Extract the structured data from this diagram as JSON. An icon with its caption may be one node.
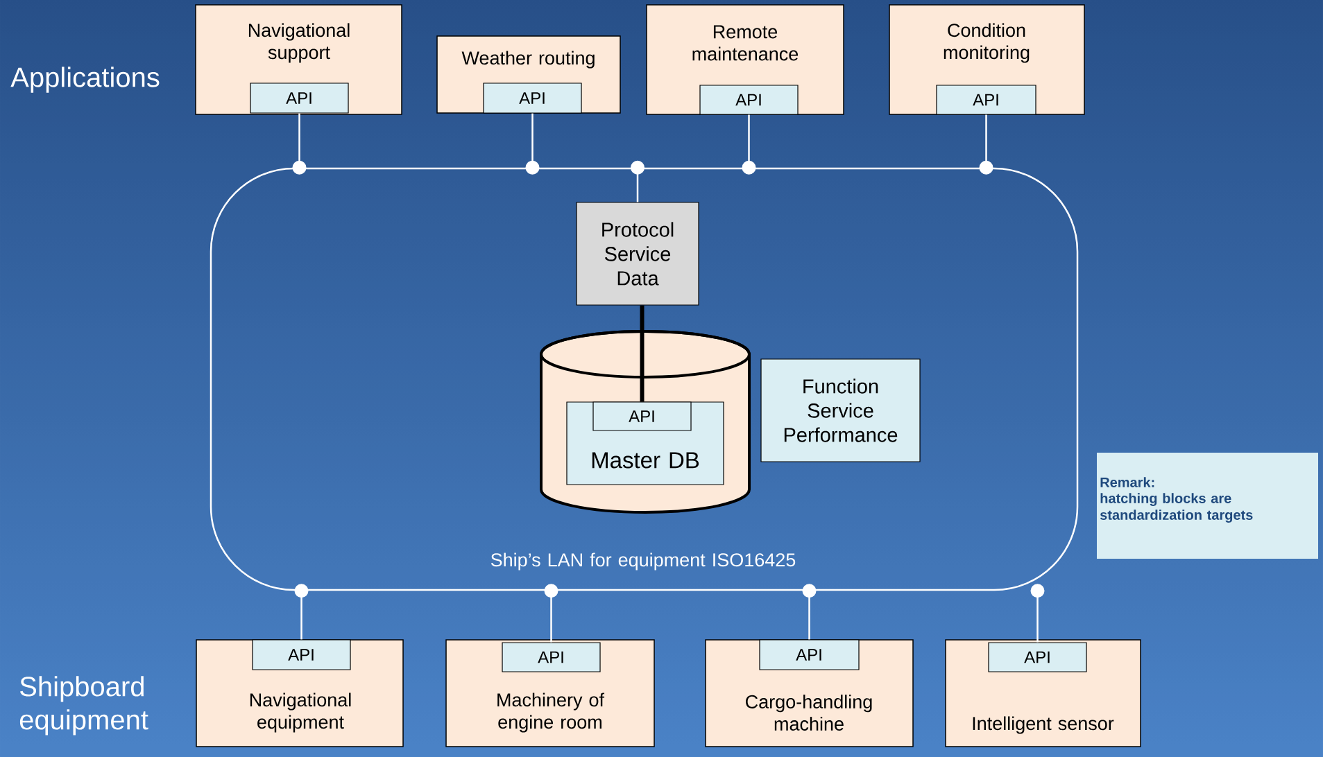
{
  "diagram": {
    "nodes": [
      {
        "text": [
          "Ship’s LAN for equipment ISO16425"
        ]
      },
      {
        "text": [
          "Navigational support"
        ]
      },
      {
        "text": [
          "API"
        ],
        "in": 1
      },
      {
        "text": [
          "Weather routing"
        ]
      },
      {
        "text": [
          "API"
        ],
        "in": 3
      },
      {
        "text": [
          "Remote maintenance"
        ]
      },
      {
        "text": [
          "API"
        ],
        "in": 5
      },
      {
        "text": [
          "Condition monitoring"
        ]
      },
      {
        "text": [
          "API"
        ],
        "in": 7
      },
      {
        "text": [
          "Protocol Service Data"
        ],
        "in": 0
      },
      {
        "text": [],
        "shape": "cylinder",
        "in": 0
      },
      {
        "text": [
          "Master DB"
        ],
        "in": 10
      },
      {
        "text": [
          "API"
        ],
        "in": 11
      },
      {
        "text": [
          "Function Service Performance"
        ],
        "in": 0
      },
      {
        "text": [
          "Remark:",
          "hatching blocks are standardization targets"
        ]
      },
      {
        "text": [
          "Navigational equipment"
        ]
      },
      {
        "text": [
          "API"
        ],
        "in": 15
      },
      {
        "text": [
          "Machinery of engine room"
        ]
      },
      {
        "text": [
          "API"
        ],
        "in": 17
      },
      {
        "text": [
          "Cargo-handling machine"
        ]
      },
      {
        "text": [
          "API"
        ],
        "in": 19
      },
      {
        "text": [
          "Intelligent sensor"
        ]
      },
      {
        "text": [
          "API"
        ],
        "in": 21
      }
    ],
    "edges": [
      {
        "from": 2,
        "to": 0,
        "arrow": "other"
      },
      {
        "from": 4,
        "to": 0,
        "arrow": "other"
      },
      {
        "from": 9,
        "to": 0,
        "arrow": "other"
      },
      {
        "from": 6,
        "to": 0,
        "arrow": "other"
      },
      {
        "from": 8,
        "to": 0,
        "arrow": "other"
      },
      {
        "from": 9,
        "to": 12,
        "arrow": "none",
        "style": "thick",
        "color": "#000000"
      },
      {
        "from": 16,
        "to": 0,
        "arrow": "other"
      },
      {
        "from": 18,
        "to": 0,
        "arrow": "other"
      },
      {
        "from": 20,
        "to": 0,
        "arrow": "other"
      },
      {
        "from": 22,
        "to": 0,
        "arrow": "other"
      }
    ],
    "labels": [
      "Applications",
      "Shipboard equipment"
    ]
  }
}
